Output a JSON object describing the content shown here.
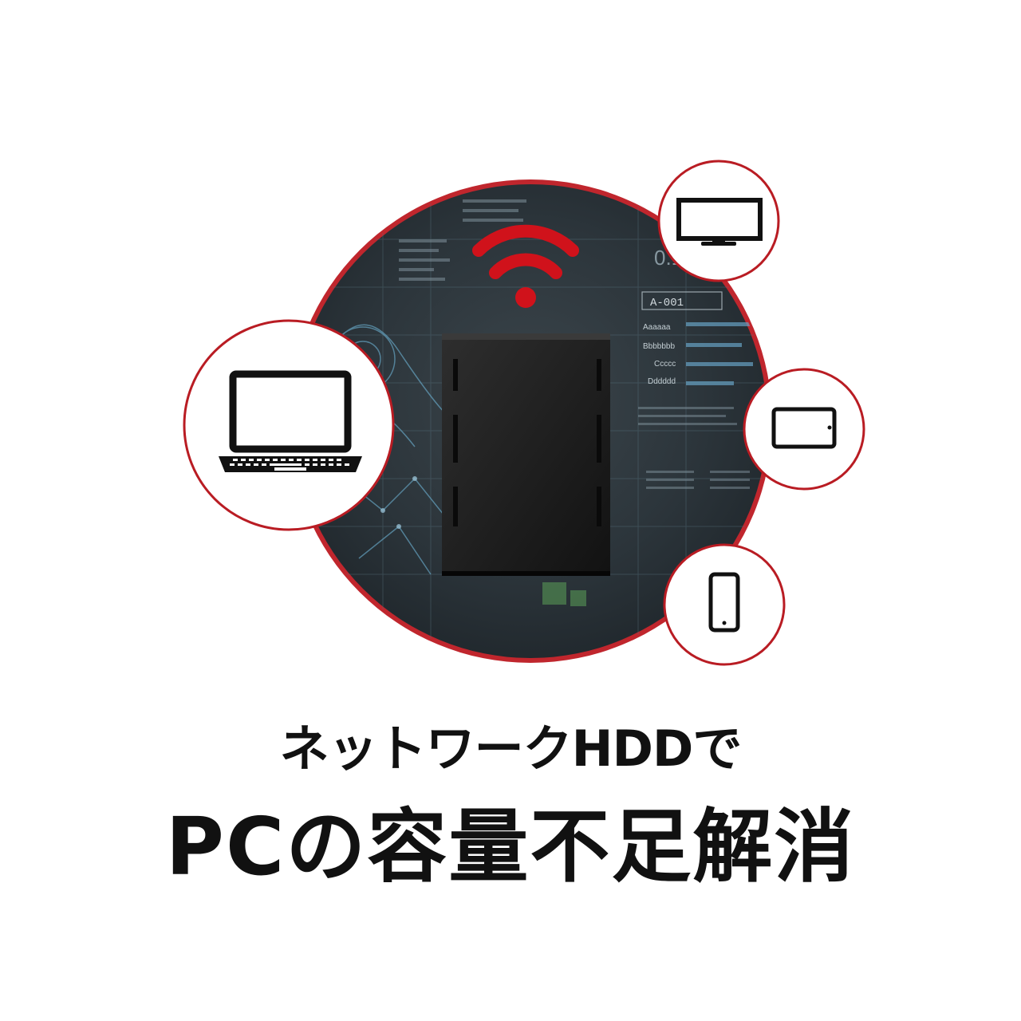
{
  "headline": {
    "line1": "ネットワークHDDで",
    "line2": "PCの容量不足解消"
  },
  "background_texts": {
    "zero_one": "0.1",
    "panel_id": "A-001",
    "row_labels": [
      "Aaaaaa",
      "Bbbbbbb",
      "Ccccc",
      "Dddddd"
    ]
  },
  "icons": {
    "wifi": "wifi-icon",
    "laptop": "laptop-icon",
    "monitor": "monitor-icon",
    "tablet": "tablet-icon",
    "smartphone": "smartphone-icon",
    "hdd": "network-hdd-device"
  },
  "colors": {
    "accent_red": "#c4161c",
    "ring_red": "#b91c23",
    "background_dark": "#2a3238",
    "text": "#111111"
  }
}
